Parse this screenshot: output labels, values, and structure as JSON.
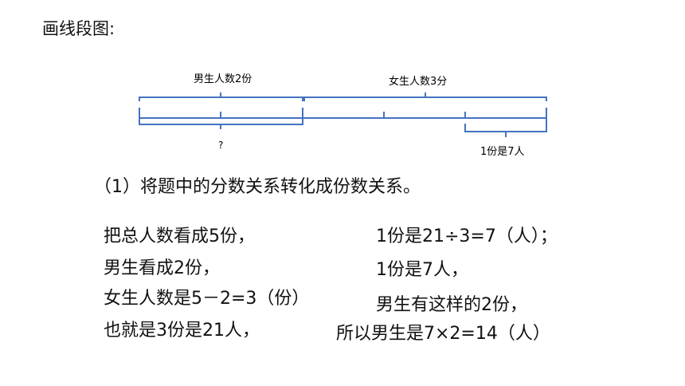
{
  "heading": "画线段图:",
  "diagram": {
    "boys_label": "男生人数2份",
    "girls_label": "女生人数3分",
    "question_mark": "?",
    "one_part_label": "1份是7人"
  },
  "step1": "（1）将题中的分数关系转化成份数关系。",
  "left_lines": [
    "把总人数看成5份，",
    "男生看成2份，",
    "女生人数是5－2=3（份）",
    "也就是3份是21人，"
  ],
  "right_lines": [
    "1份是21÷3=7（人）；",
    "1份是7人，",
    "男生有这样的2份，",
    "所以男生是7×2=14（人）"
  ],
  "colors": {
    "line": "#4472C4"
  }
}
